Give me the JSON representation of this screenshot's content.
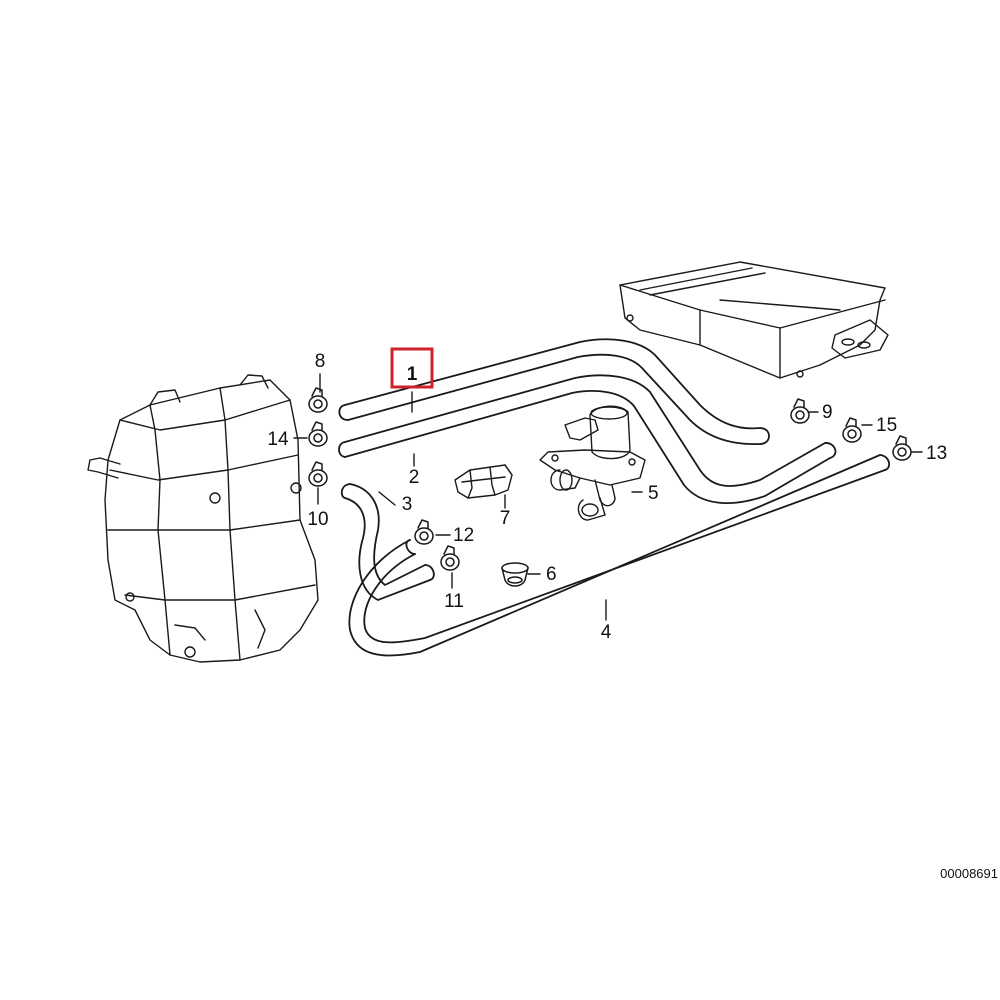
{
  "parts": [
    {
      "id": "1",
      "label": "1",
      "name": "hose-1",
      "highlighted": true
    },
    {
      "id": "2",
      "label": "2",
      "name": "hose-2"
    },
    {
      "id": "3",
      "label": "3",
      "name": "hose-3"
    },
    {
      "id": "4",
      "label": "4",
      "name": "hose-4"
    },
    {
      "id": "5",
      "label": "5",
      "name": "water-valve"
    },
    {
      "id": "6",
      "label": "6",
      "name": "grommet"
    },
    {
      "id": "7",
      "label": "7",
      "name": "hose-holder"
    },
    {
      "id": "8",
      "label": "8",
      "name": "hose-clamp-8"
    },
    {
      "id": "9",
      "label": "9",
      "name": "hose-clamp-9"
    },
    {
      "id": "10",
      "label": "10",
      "name": "hose-clamp-10"
    },
    {
      "id": "11",
      "label": "11",
      "name": "hose-clamp-11"
    },
    {
      "id": "12",
      "label": "12",
      "name": "hose-clamp-12"
    },
    {
      "id": "13",
      "label": "13",
      "name": "hose-clamp-13"
    },
    {
      "id": "14",
      "label": "14",
      "name": "hose-clamp-14"
    },
    {
      "id": "15",
      "label": "15",
      "name": "hose-clamp-15"
    }
  ],
  "highlight_color": "#d0202a",
  "reference_number": "00008691"
}
